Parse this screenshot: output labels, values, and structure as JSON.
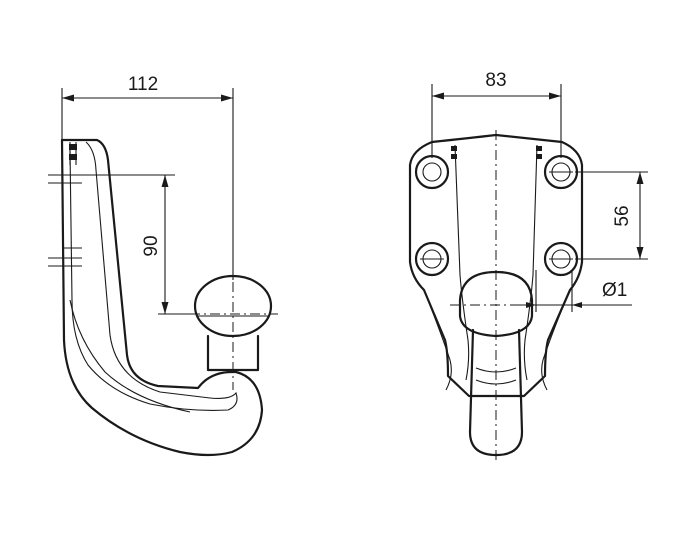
{
  "side_view": {
    "width_label": "112",
    "height_label": "90"
  },
  "front_view": {
    "width_label": "83",
    "spacing_label": "56",
    "diameter_label": "Ø1"
  }
}
